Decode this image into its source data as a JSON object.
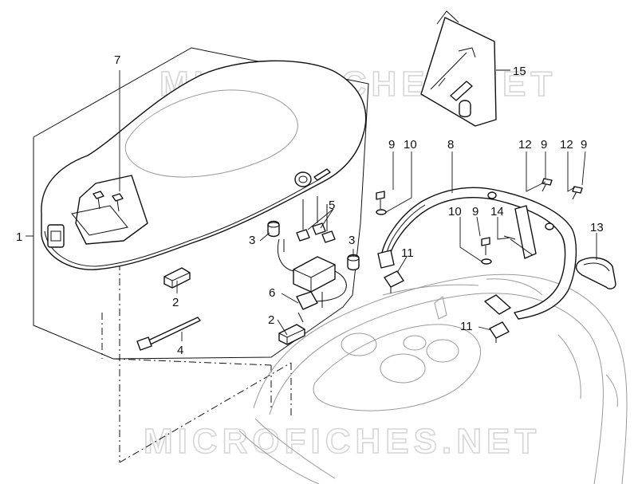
{
  "watermark": {
    "top": "MICROFICHES.NET",
    "bottom": "MICROFICHES.NET"
  },
  "callouts": {
    "c1": "1",
    "c2a": "2",
    "c2b": "2",
    "c3a": "3",
    "c3b": "3",
    "c4": "4",
    "c5": "5",
    "c6": "6",
    "c7": "7",
    "c8": "8",
    "c9a": "9",
    "c9b": "9",
    "c9c": "9",
    "c9d": "9",
    "c10a": "10",
    "c10b": "10",
    "c11a": "11",
    "c11b": "11",
    "c12a": "12",
    "c12b": "12",
    "c13": "13",
    "c14": "14",
    "c15": "15"
  },
  "colors": {
    "line": "#111111",
    "watermark": "#d6d6d6",
    "background": "#ffffff"
  }
}
